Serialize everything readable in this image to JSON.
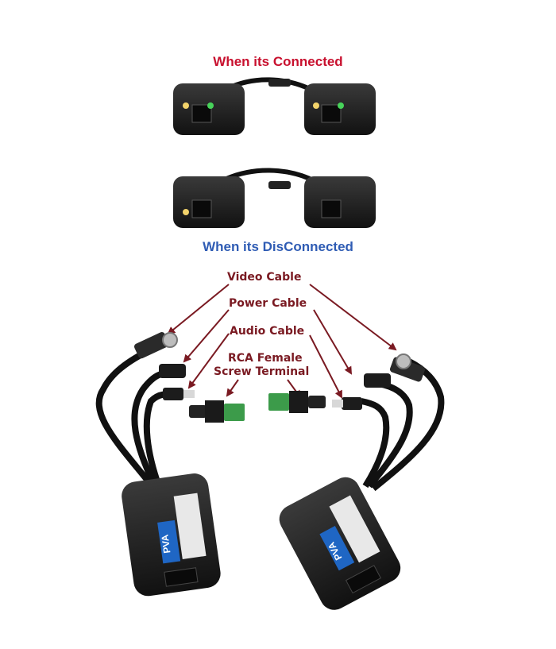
{
  "captions": {
    "connected": "When its Connected",
    "disconnected": "When its DisConnected"
  },
  "colors": {
    "connected_caption": "#c8102e",
    "disconnected_caption": "#2f5cb4",
    "label_text": "#7a1a22",
    "led_yellow": "#f2d36b",
    "led_green": "#47d35a",
    "terminal_green": "#3c9b4a",
    "badge_blue": "#1f66c4"
  },
  "cable_labels": {
    "video": "Video Cable",
    "power": "Power Cable",
    "audio": "Audio Cable",
    "rca_terminal_line1": "RCA Female",
    "rca_terminal_line2": "Screw Terminal"
  },
  "device_badge": "PVA"
}
